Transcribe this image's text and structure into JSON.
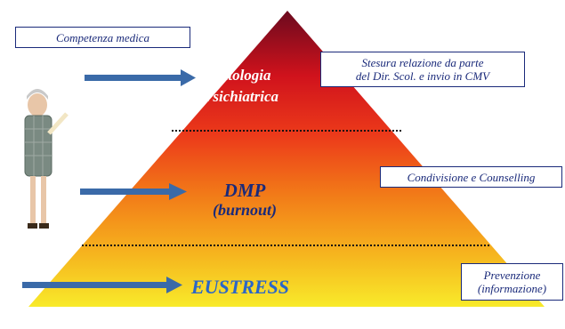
{
  "pyramid": {
    "top_label_line1": "Patologia",
    "top_label_line2": "Psichiatrica",
    "middle_label_line1": "DMP",
    "middle_label_line2": "(burnout)",
    "bottom_label": "EUSTRESS",
    "colors": {
      "top": "#6b0a1e",
      "upper": "#e3141a",
      "mid": "#f0501a",
      "lower": "#f59a14",
      "base": "#f8ea2a",
      "top_text": "#ffffff",
      "middle_text": "#1a2a7a",
      "bottom_text": "#2a66c8",
      "arrow": "#3a6aa8",
      "divider": "#111111"
    }
  },
  "side_boxes": {
    "competenza": "Competenza medica",
    "stesura_line1": "Stesura relazione da parte",
    "stesura_line2": "del Dir. Scol. e invio in CMV",
    "condivisione": "Condivisione e Counselling",
    "prevenzione_line1": "Prevenzione",
    "prevenzione_line2": "(informazione)"
  },
  "figure": {
    "icon": "teacher-figure-icon"
  }
}
